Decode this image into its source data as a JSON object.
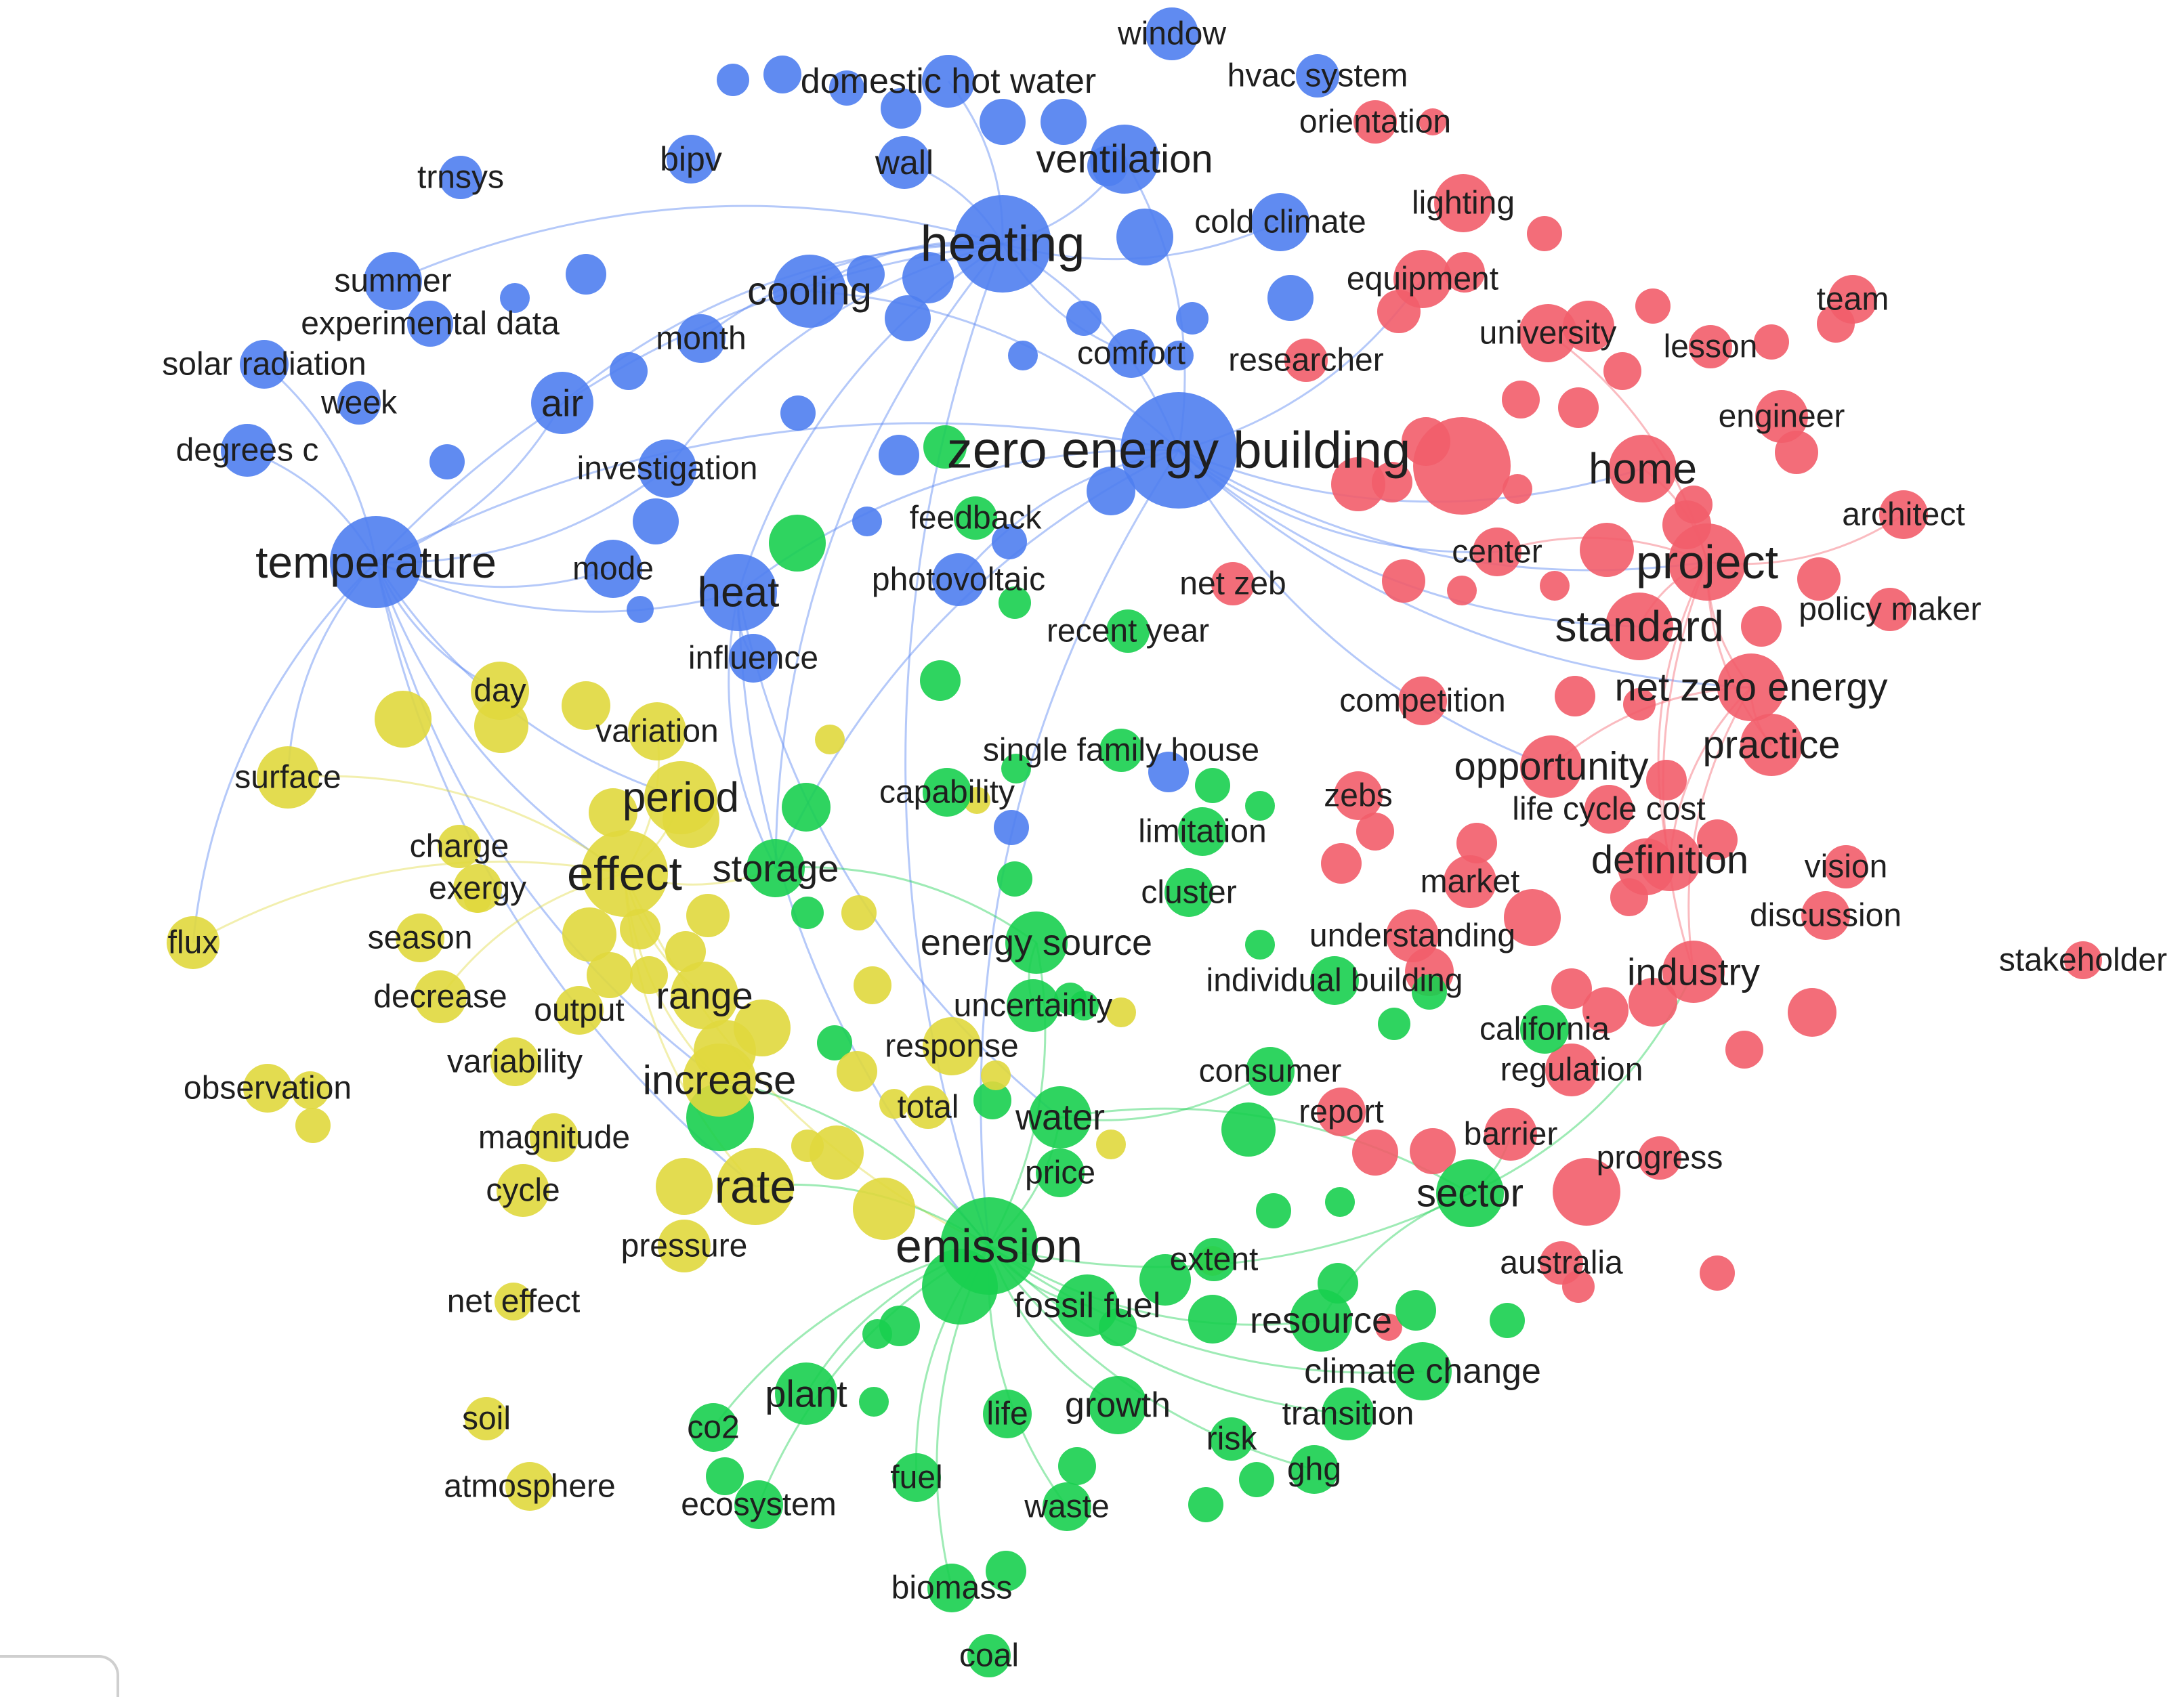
{
  "palette": {
    "blue": "#4f7ef0",
    "red": "#f25d6a",
    "green": "#18cf4f",
    "yellow": "#e0d83d",
    "text": "#1f1f1f"
  },
  "network": {
    "clusters": [
      "blue",
      "red",
      "green",
      "yellow"
    ],
    "nodes": [
      {
        "id": "n001",
        "label": "zero energy building",
        "cluster": "blue",
        "weight": 1.0
      },
      {
        "id": "n002",
        "label": "heating",
        "cluster": "blue",
        "weight": 0.8
      },
      {
        "id": "n003",
        "label": "temperature",
        "cluster": "blue",
        "weight": 0.75
      },
      {
        "id": "n004",
        "label": "heat",
        "cluster": "blue",
        "weight": 0.6
      },
      {
        "id": "n005",
        "label": "cooling",
        "cluster": "blue",
        "weight": 0.55
      },
      {
        "id": "n006",
        "label": "ventilation",
        "cluster": "blue",
        "weight": 0.52
      },
      {
        "id": "n007",
        "label": "air",
        "cluster": "blue",
        "weight": 0.45
      },
      {
        "id": "n008",
        "label": "window",
        "cluster": "blue",
        "weight": 0.35
      },
      {
        "id": "n009",
        "label": "domestic hot water",
        "cluster": "blue",
        "weight": 0.35
      },
      {
        "id": "n010",
        "label": "hvac system",
        "cluster": "blue",
        "weight": 0.25
      },
      {
        "id": "n011",
        "label": "bipv",
        "cluster": "blue",
        "weight": 0.3
      },
      {
        "id": "n012",
        "label": "wall",
        "cluster": "blue",
        "weight": 0.35
      },
      {
        "id": "n013",
        "label": "trnsys",
        "cluster": "blue",
        "weight": 0.25
      },
      {
        "id": "n014",
        "label": "summer",
        "cluster": "blue",
        "weight": 0.4
      },
      {
        "id": "n015",
        "label": "experimental data",
        "cluster": "blue",
        "weight": 0.28
      },
      {
        "id": "n016",
        "label": "solar radiation",
        "cluster": "blue",
        "weight": 0.3
      },
      {
        "id": "n017",
        "label": "week",
        "cluster": "blue",
        "weight": 0.25
      },
      {
        "id": "n018",
        "label": "degrees c",
        "cluster": "blue",
        "weight": 0.35
      },
      {
        "id": "n019",
        "label": "month",
        "cluster": "blue",
        "weight": 0.3
      },
      {
        "id": "n020",
        "label": "investigation",
        "cluster": "blue",
        "weight": 0.4
      },
      {
        "id": "n021",
        "label": "mode",
        "cluster": "blue",
        "weight": 0.4
      },
      {
        "id": "n022",
        "label": "cold climate",
        "cluster": "blue",
        "weight": 0.4
      },
      {
        "id": "n023",
        "label": "comfort",
        "cluster": "blue",
        "weight": 0.3
      },
      {
        "id": "n024",
        "label": "photovoltaic",
        "cluster": "blue",
        "weight": 0.35
      },
      {
        "id": "n025",
        "label": "influence",
        "cluster": "blue",
        "weight": 0.3
      },
      {
        "id": "n026",
        "label": "lighting",
        "cluster": "red",
        "weight": 0.4
      },
      {
        "id": "n027",
        "label": "orientation",
        "cluster": "red",
        "weight": 0.25
      },
      {
        "id": "n028",
        "label": "equipment",
        "cluster": "red",
        "weight": 0.4
      },
      {
        "id": "n029",
        "label": "university",
        "cluster": "red",
        "weight": 0.4
      },
      {
        "id": "n030",
        "label": "lesson",
        "cluster": "red",
        "weight": 0.25
      },
      {
        "id": "n031",
        "label": "team",
        "cluster": "red",
        "weight": 0.3
      },
      {
        "id": "n032",
        "label": "researcher",
        "cluster": "red",
        "weight": 0.25
      },
      {
        "id": "n033",
        "label": "engineer",
        "cluster": "red",
        "weight": 0.35
      },
      {
        "id": "n034",
        "label": "home",
        "cluster": "red",
        "weight": 0.5
      },
      {
        "id": "n035",
        "label": "architect",
        "cluster": "red",
        "weight": 0.3
      },
      {
        "id": "n036",
        "label": "center",
        "cluster": "red",
        "weight": 0.3
      },
      {
        "id": "n037",
        "label": "project",
        "cluster": "red",
        "weight": 0.6
      },
      {
        "id": "n038",
        "label": "net zeb",
        "cluster": "red",
        "weight": 0.25
      },
      {
        "id": "n039",
        "label": "standard",
        "cluster": "red",
        "weight": 0.5
      },
      {
        "id": "n040",
        "label": "policy maker",
        "cluster": "red",
        "weight": 0.25
      },
      {
        "id": "n041",
        "label": "competition",
        "cluster": "red",
        "weight": 0.3
      },
      {
        "id": "n042",
        "label": "net zero energy",
        "cluster": "red",
        "weight": 0.5
      },
      {
        "id": "n043",
        "label": "practice",
        "cluster": "red",
        "weight": 0.45
      },
      {
        "id": "n044",
        "label": "opportunity",
        "cluster": "red",
        "weight": 0.45
      },
      {
        "id": "n045",
        "label": "life cycle cost",
        "cluster": "red",
        "weight": 0.3
      },
      {
        "id": "n046",
        "label": "zebs",
        "cluster": "red",
        "weight": 0.3
      },
      {
        "id": "n047",
        "label": "definition",
        "cluster": "red",
        "weight": 0.45
      },
      {
        "id": "n048",
        "label": "vision",
        "cluster": "red",
        "weight": 0.25
      },
      {
        "id": "n049",
        "label": "market",
        "cluster": "red",
        "weight": 0.35
      },
      {
        "id": "n050",
        "label": "discussion",
        "cluster": "red",
        "weight": 0.3
      },
      {
        "id": "n051",
        "label": "understanding",
        "cluster": "red",
        "weight": 0.35
      },
      {
        "id": "n052",
        "label": "stakeholder",
        "cluster": "red",
        "weight": 0.2
      },
      {
        "id": "n053",
        "label": "industry",
        "cluster": "red",
        "weight": 0.45
      },
      {
        "id": "n054",
        "label": "regulation",
        "cluster": "red",
        "weight": 0.35
      },
      {
        "id": "n055",
        "label": "report",
        "cluster": "red",
        "weight": 0.3
      },
      {
        "id": "n056",
        "label": "barrier",
        "cluster": "red",
        "weight": 0.35
      },
      {
        "id": "n057",
        "label": "progress",
        "cluster": "red",
        "weight": 0.25
      },
      {
        "id": "n058",
        "label": "australia",
        "cluster": "red",
        "weight": 0.25
      },
      {
        "id": "n059",
        "label": "feedback",
        "cluster": "green",
        "weight": 0.25
      },
      {
        "id": "n060",
        "label": "recent year",
        "cluster": "green",
        "weight": 0.25
      },
      {
        "id": "n061",
        "label": "single family house",
        "cluster": "green",
        "weight": 0.25
      },
      {
        "id": "n062",
        "label": "capability",
        "cluster": "green",
        "weight": 0.3
      },
      {
        "id": "n063",
        "label": "limitation",
        "cluster": "green",
        "weight": 0.3
      },
      {
        "id": "n064",
        "label": "cluster",
        "cluster": "green",
        "weight": 0.3
      },
      {
        "id": "n065",
        "label": "storage",
        "cluster": "green",
        "weight": 0.4
      },
      {
        "id": "n066",
        "label": "energy source",
        "cluster": "green",
        "weight": 0.45
      },
      {
        "id": "n067",
        "label": "individual building",
        "cluster": "green",
        "weight": 0.3
      },
      {
        "id": "n068",
        "label": "uncertainty",
        "cluster": "green",
        "weight": 0.35
      },
      {
        "id": "n069",
        "label": "california",
        "cluster": "green",
        "weight": 0.3
      },
      {
        "id": "n070",
        "label": "consumer",
        "cluster": "green",
        "weight": 0.3
      },
      {
        "id": "n071",
        "label": "water",
        "cluster": "green",
        "weight": 0.45
      },
      {
        "id": "n072",
        "label": "price",
        "cluster": "green",
        "weight": 0.3
      },
      {
        "id": "n073",
        "label": "sector",
        "cluster": "green",
        "weight": 0.5
      },
      {
        "id": "n074",
        "label": "emission",
        "cluster": "green",
        "weight": 0.8
      },
      {
        "id": "n075",
        "label": "extent",
        "cluster": "green",
        "weight": 0.25
      },
      {
        "id": "n076",
        "label": "fossil fuel",
        "cluster": "green",
        "weight": 0.45
      },
      {
        "id": "n077",
        "label": "resource",
        "cluster": "green",
        "weight": 0.45
      },
      {
        "id": "n078",
        "label": "climate change",
        "cluster": "green",
        "weight": 0.4
      },
      {
        "id": "n079",
        "label": "plant",
        "cluster": "green",
        "weight": 0.45
      },
      {
        "id": "n080",
        "label": "co2",
        "cluster": "green",
        "weight": 0.3
      },
      {
        "id": "n081",
        "label": "life",
        "cluster": "green",
        "weight": 0.3
      },
      {
        "id": "n082",
        "label": "growth",
        "cluster": "green",
        "weight": 0.4
      },
      {
        "id": "n083",
        "label": "transition",
        "cluster": "green",
        "weight": 0.35
      },
      {
        "id": "n084",
        "label": "risk",
        "cluster": "green",
        "weight": 0.25
      },
      {
        "id": "n085",
        "label": "ghg",
        "cluster": "green",
        "weight": 0.3
      },
      {
        "id": "n086",
        "label": "fuel",
        "cluster": "green",
        "weight": 0.3
      },
      {
        "id": "n087",
        "label": "waste",
        "cluster": "green",
        "weight": 0.3
      },
      {
        "id": "n088",
        "label": "ecosystem",
        "cluster": "green",
        "weight": 0.3
      },
      {
        "id": "n089",
        "label": "biomass",
        "cluster": "green",
        "weight": 0.3
      },
      {
        "id": "n090",
        "label": "coal",
        "cluster": "green",
        "weight": 0.25
      },
      {
        "id": "n091",
        "label": "day",
        "cluster": "yellow",
        "weight": 0.4
      },
      {
        "id": "n092",
        "label": "variation",
        "cluster": "yellow",
        "weight": 0.4
      },
      {
        "id": "n093",
        "label": "surface",
        "cluster": "yellow",
        "weight": 0.45
      },
      {
        "id": "n094",
        "label": "period",
        "cluster": "yellow",
        "weight": 0.55
      },
      {
        "id": "n095",
        "label": "charge",
        "cluster": "yellow",
        "weight": 0.25
      },
      {
        "id": "n096",
        "label": "exergy",
        "cluster": "yellow",
        "weight": 0.3
      },
      {
        "id": "n097",
        "label": "effect",
        "cluster": "yellow",
        "weight": 0.7
      },
      {
        "id": "n098",
        "label": "flux",
        "cluster": "yellow",
        "weight": 0.35
      },
      {
        "id": "n099",
        "label": "season",
        "cluster": "yellow",
        "weight": 0.3
      },
      {
        "id": "n100",
        "label": "decrease",
        "cluster": "yellow",
        "weight": 0.35
      },
      {
        "id": "n101",
        "label": "output",
        "cluster": "yellow",
        "weight": 0.3
      },
      {
        "id": "n102",
        "label": "range",
        "cluster": "yellow",
        "weight": 0.5
      },
      {
        "id": "n103",
        "label": "response",
        "cluster": "yellow",
        "weight": 0.4
      },
      {
        "id": "n104",
        "label": "observation",
        "cluster": "yellow",
        "weight": 0.3
      },
      {
        "id": "n105",
        "label": "variability",
        "cluster": "yellow",
        "weight": 0.3
      },
      {
        "id": "n106",
        "label": "increase",
        "cluster": "yellow",
        "weight": 0.55
      },
      {
        "id": "n107",
        "label": "total",
        "cluster": "yellow",
        "weight": 0.25
      },
      {
        "id": "n108",
        "label": "magnitude",
        "cluster": "yellow",
        "weight": 0.3
      },
      {
        "id": "n109",
        "label": "cycle",
        "cluster": "yellow",
        "weight": 0.35
      },
      {
        "id": "n110",
        "label": "rate",
        "cluster": "yellow",
        "weight": 0.6
      },
      {
        "id": "n111",
        "label": "pressure",
        "cluster": "yellow",
        "weight": 0.35
      },
      {
        "id": "n112",
        "label": "net effect",
        "cluster": "yellow",
        "weight": 0.2
      },
      {
        "id": "n113",
        "label": "soil",
        "cluster": "yellow",
        "weight": 0.25
      },
      {
        "id": "n114",
        "label": "atmosphere",
        "cluster": "yellow",
        "weight": 0.3
      }
    ],
    "links": [
      [
        "n001",
        "n002"
      ],
      [
        "n001",
        "n003"
      ],
      [
        "n001",
        "n004"
      ],
      [
        "n001",
        "n005"
      ],
      [
        "n001",
        "n006"
      ],
      [
        "n001",
        "n037"
      ],
      [
        "n001",
        "n034"
      ],
      [
        "n001",
        "n039"
      ],
      [
        "n001",
        "n042"
      ],
      [
        "n001",
        "n024"
      ],
      [
        "n001",
        "n065"
      ],
      [
        "n001",
        "n074"
      ],
      [
        "n001",
        "n044"
      ],
      [
        "n001",
        "n036"
      ],
      [
        "n001",
        "n028"
      ],
      [
        "n002",
        "n003"
      ],
      [
        "n002",
        "n005"
      ],
      [
        "n002",
        "n006"
      ],
      [
        "n002",
        "n007"
      ],
      [
        "n002",
        "n009"
      ],
      [
        "n002",
        "n012"
      ],
      [
        "n002",
        "n020"
      ],
      [
        "n002",
        "n004"
      ],
      [
        "n002",
        "n014"
      ],
      [
        "n002",
        "n019"
      ],
      [
        "n002",
        "n065"
      ],
      [
        "n002",
        "n074"
      ],
      [
        "n002",
        "n023"
      ],
      [
        "n002",
        "n022"
      ],
      [
        "n003",
        "n007"
      ],
      [
        "n003",
        "n016"
      ],
      [
        "n003",
        "n018"
      ],
      [
        "n003",
        "n021"
      ],
      [
        "n003",
        "n004"
      ],
      [
        "n003",
        "n094"
      ],
      [
        "n003",
        "n097"
      ],
      [
        "n003",
        "n093"
      ],
      [
        "n003",
        "n098"
      ],
      [
        "n003",
        "n106"
      ],
      [
        "n003",
        "n110"
      ],
      [
        "n003",
        "n091"
      ],
      [
        "n003",
        "n020"
      ],
      [
        "n004",
        "n065"
      ],
      [
        "n004",
        "n071"
      ],
      [
        "n004",
        "n074"
      ],
      [
        "n004",
        "n025"
      ],
      [
        "n097",
        "n094"
      ],
      [
        "n097",
        "n102"
      ],
      [
        "n097",
        "n106"
      ],
      [
        "n097",
        "n110"
      ],
      [
        "n097",
        "n093"
      ],
      [
        "n097",
        "n098"
      ],
      [
        "n097",
        "n065"
      ],
      [
        "n097",
        "n074"
      ],
      [
        "n097",
        "n092"
      ],
      [
        "n097",
        "n100"
      ],
      [
        "n074",
        "n076"
      ],
      [
        "n074",
        "n077"
      ],
      [
        "n074",
        "n079"
      ],
      [
        "n074",
        "n078"
      ],
      [
        "n074",
        "n071"
      ],
      [
        "n074",
        "n082"
      ],
      [
        "n074",
        "n073"
      ],
      [
        "n074",
        "n110"
      ],
      [
        "n074",
        "n106"
      ],
      [
        "n074",
        "n086"
      ],
      [
        "n074",
        "n089"
      ],
      [
        "n074",
        "n088"
      ],
      [
        "n074",
        "n080"
      ],
      [
        "n074",
        "n066"
      ],
      [
        "n074",
        "n083"
      ],
      [
        "n074",
        "n085"
      ],
      [
        "n074",
        "n087"
      ],
      [
        "n037",
        "n039"
      ],
      [
        "n037",
        "n034"
      ],
      [
        "n037",
        "n042"
      ],
      [
        "n037",
        "n043"
      ],
      [
        "n037",
        "n036"
      ],
      [
        "n037",
        "n053"
      ],
      [
        "n037",
        "n047"
      ],
      [
        "n037",
        "n035"
      ],
      [
        "n037",
        "n029"
      ],
      [
        "n042",
        "n044"
      ],
      [
        "n042",
        "n047"
      ],
      [
        "n042",
        "n043"
      ],
      [
        "n042",
        "n053"
      ],
      [
        "n073",
        "n053"
      ],
      [
        "n073",
        "n056"
      ],
      [
        "n073",
        "n071"
      ],
      [
        "n073",
        "n077"
      ],
      [
        "n066",
        "n065"
      ],
      [
        "n066",
        "n068"
      ],
      [
        "n071",
        "n070"
      ]
    ]
  },
  "frame": {
    "corner_tab": ""
  }
}
